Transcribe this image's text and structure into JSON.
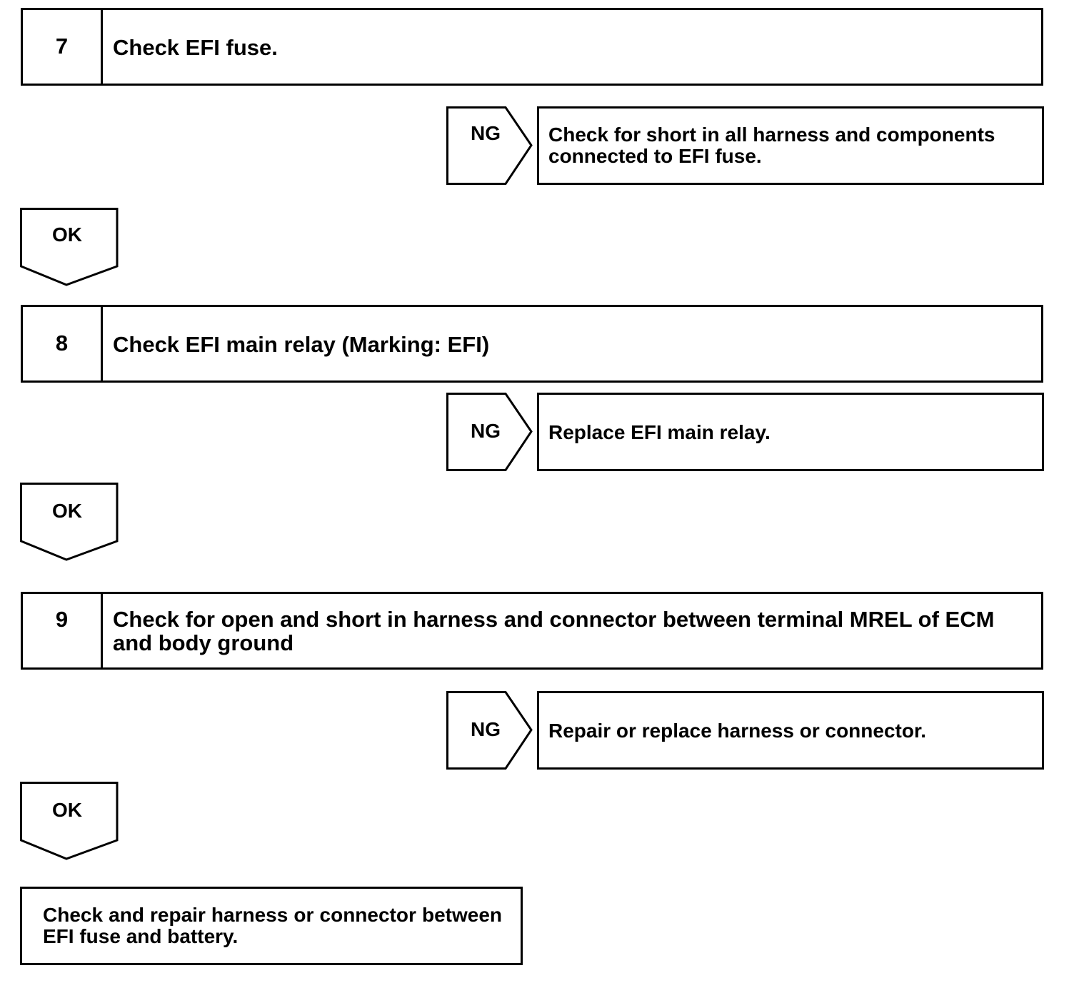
{
  "steps": [
    {
      "number": "7",
      "title": "Check EFI fuse.",
      "ng_label": "NG",
      "ng_action": "Check for short in all harness and components connected to EFI fuse.",
      "ok_label": "OK"
    },
    {
      "number": "8",
      "title": "Check EFI main relay (Marking: EFI)",
      "ng_label": "NG",
      "ng_action": "Replace EFI main relay.",
      "ok_label": "OK"
    },
    {
      "number": "9",
      "title": "Check for open and short in harness and connector between terminal MREL of ECM and body ground",
      "ng_label": "NG",
      "ng_action": "Repair or replace harness or connector.",
      "ok_label": "OK"
    }
  ],
  "final_action": "Check and repair harness or connector between EFI fuse and battery."
}
